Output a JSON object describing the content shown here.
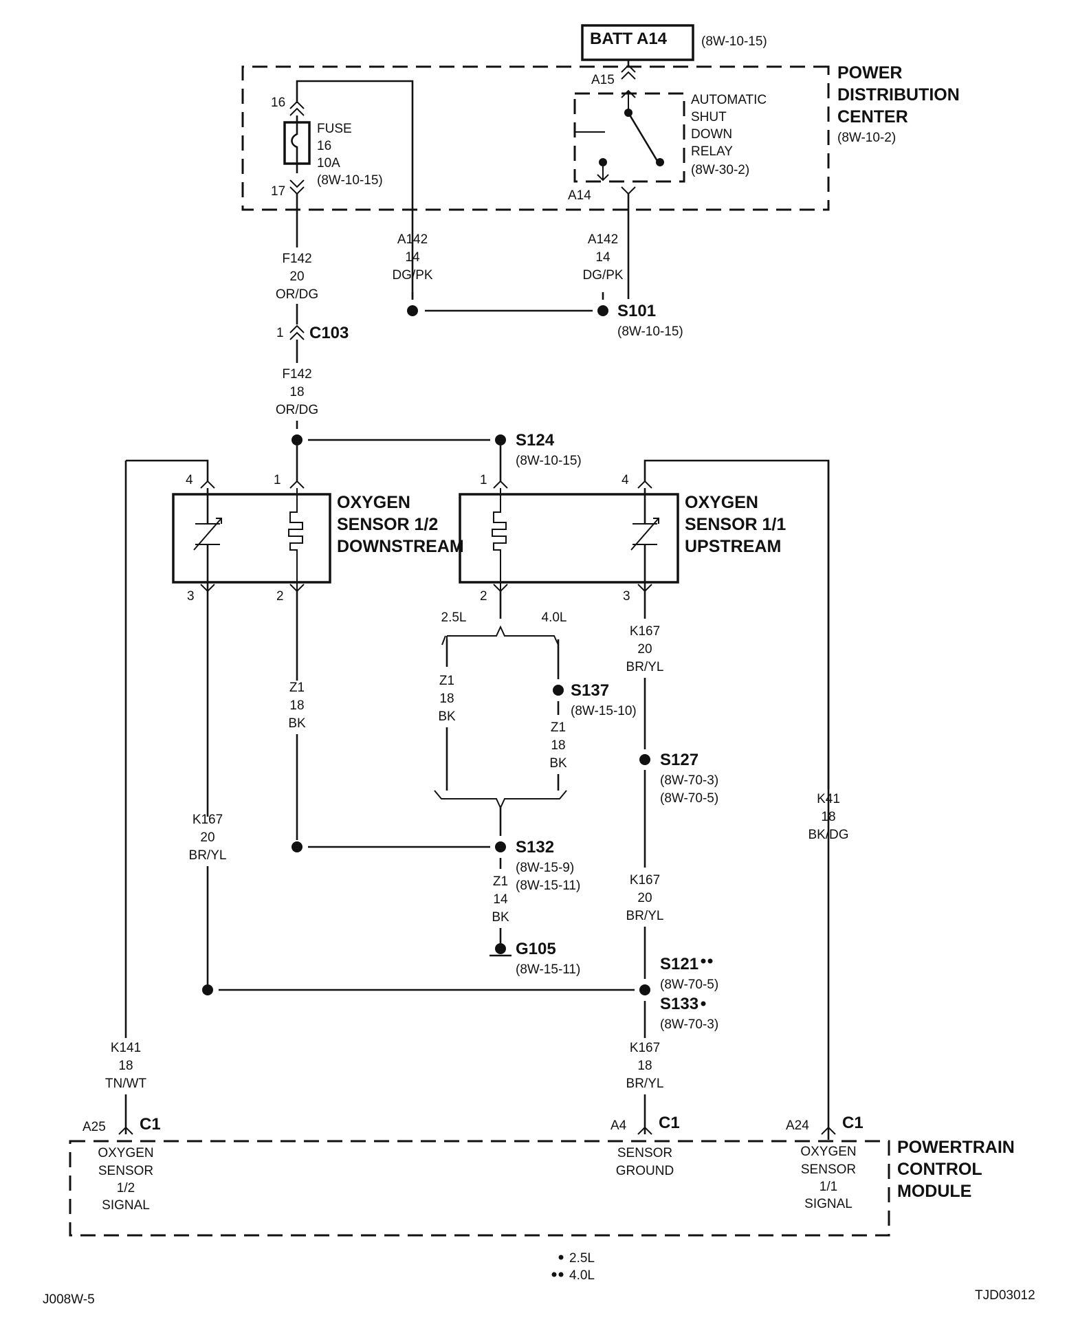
{
  "modules": {
    "pdc": {
      "title_lines": [
        "POWER",
        "DISTRIBUTION",
        "CENTER"
      ],
      "ref": "(8W-10-2)"
    },
    "pcm": {
      "title_lines": [
        "POWERTRAIN",
        "CONTROL",
        "MODULE"
      ]
    },
    "o2_downstream": {
      "title_lines": [
        "OXYGEN",
        "SENSOR 1/2",
        "DOWNSTREAM"
      ]
    },
    "o2_upstream": {
      "title_lines": [
        "OXYGEN",
        "SENSOR 1/1",
        "UPSTREAM"
      ]
    }
  },
  "batt": {
    "label": "BATT A14",
    "ref": "(8W-10-15)"
  },
  "fuse": {
    "lines": [
      "FUSE",
      "16",
      "10A",
      "(8W-10-15)"
    ],
    "pin_top": "16",
    "pin_bottom": "17"
  },
  "relay": {
    "lines": [
      "AUTOMATIC",
      "SHUT",
      "DOWN",
      "RELAY",
      "(8W-30-2)"
    ],
    "pin_top": "A15",
    "pin_bottom": "A14"
  },
  "wires": {
    "f142_20": [
      "F142",
      "20",
      "OR/DG"
    ],
    "a142_left": [
      "A142",
      "14",
      "DG/PK"
    ],
    "a142_right": [
      "A142",
      "14",
      "DG/PK"
    ],
    "f142_18": [
      "F142",
      "18",
      "OR/DG"
    ],
    "z1_18_left": [
      "Z1",
      "18",
      "BK"
    ],
    "z1_18_25l": [
      "Z1",
      "18",
      "BK"
    ],
    "z1_18_40l": [
      "Z1",
      "18",
      "BK"
    ],
    "k167_20_left": [
      "K167",
      "20",
      "BR/YL"
    ],
    "k167_20_upper": [
      "K167",
      "20",
      "BR/YL"
    ],
    "k167_20_lower": [
      "K167",
      "20",
      "BR/YL"
    ],
    "z1_14": [
      "Z1",
      "14",
      "BK"
    ],
    "k41_18": [
      "K41",
      "18",
      "BK/DG"
    ],
    "k141_18": [
      "K141",
      "18",
      "TN/WT"
    ],
    "k167_18": [
      "K167",
      "18",
      "BR/YL"
    ]
  },
  "connectors": {
    "c103": {
      "name": "C103",
      "pin": "1"
    },
    "c1_left": {
      "name": "C1",
      "pin": "A25"
    },
    "c1_mid": {
      "name": "C1",
      "pin": "A4"
    },
    "c1_right": {
      "name": "C1",
      "pin": "A24"
    }
  },
  "sensor_pins": {
    "ds_4": "4",
    "ds_1": "1",
    "ds_3": "3",
    "ds_2": "2",
    "us_1": "1",
    "us_4": "4",
    "us_2": "2",
    "us_3": "3"
  },
  "engine_options": {
    "left": "2.5L",
    "right": "4.0L"
  },
  "splices": {
    "s101": {
      "name": "S101",
      "ref": "(8W-10-15)"
    },
    "s124": {
      "name": "S124",
      "ref": "(8W-10-15)"
    },
    "s137": {
      "name": "S137",
      "ref": "(8W-15-10)"
    },
    "s127": {
      "name": "S127",
      "refs": [
        "(8W-70-3)",
        "(8W-70-5)"
      ]
    },
    "s132": {
      "name": "S132",
      "refs": [
        "(8W-15-9)",
        "(8W-15-11)"
      ]
    },
    "g105": {
      "name": "G105",
      "ref": "(8W-15-11)"
    },
    "s121": {
      "name": "S121",
      "ref": "(8W-70-5)"
    },
    "s133": {
      "name": "S133",
      "ref": "(8W-70-3)"
    }
  },
  "pcm_pins": {
    "left": [
      "OXYGEN",
      "SENSOR",
      "1/2",
      "SIGNAL"
    ],
    "mid": [
      "SENSOR",
      "GROUND"
    ],
    "right": [
      "OXYGEN",
      "SENSOR",
      "1/1",
      "SIGNAL"
    ]
  },
  "legend": {
    "single_dot": "2.5L",
    "double_dot": "4.0L"
  },
  "footer": {
    "left_code": "J008W-5",
    "right_code": "TJD03012"
  }
}
